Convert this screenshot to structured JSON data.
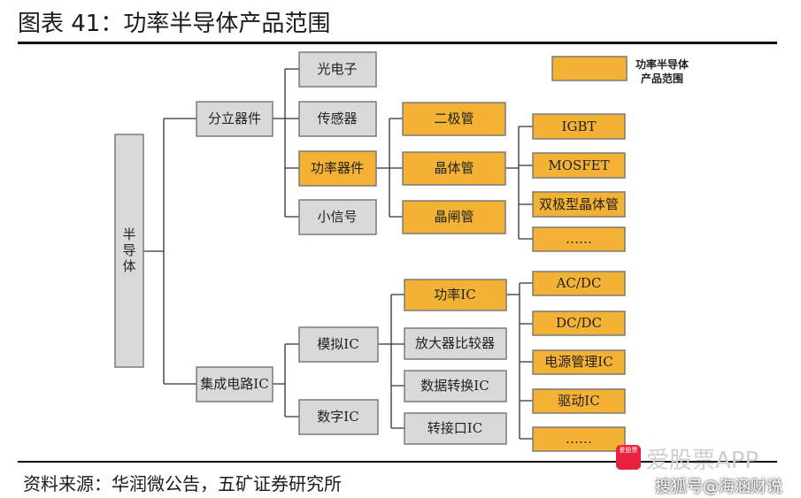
{
  "header": {
    "title": "图表 41：功率半导体产品范围"
  },
  "legend": {
    "label_line1": "功率半导体",
    "label_line2": "产品范围"
  },
  "nodes": {
    "semiconductor": "半\n导\n体",
    "discrete": "分立器件",
    "ic": "集成电路IC",
    "optoelectronic": "光电子",
    "sensor": "传感器",
    "power_device": "功率器件",
    "small_signal": "小信号",
    "diode": "二极管",
    "transistor": "晶体管",
    "thyristor": "晶闸管",
    "igbt": "IGBT",
    "mosfet": "MOSFET",
    "bjt": "双极型晶体管",
    "transistor_more": "……",
    "analog_ic": "模拟IC",
    "digital_ic": "数字IC",
    "power_ic": "功率IC",
    "amplifier": "放大器比较器",
    "data_converter": "数据转换IC",
    "interface": "转接口IC",
    "acdc": "AC/DC",
    "dcdc": "DC/DC",
    "pmic": "电源管理IC",
    "driver": "驱动IC",
    "power_ic_more": "……"
  },
  "footer": {
    "source": "资料来源：华润微公告，五矿证券研究所"
  },
  "watermark": {
    "badge": "爱股票",
    "main": "爱股票APP",
    "sub": "搜狐号@海涵财说"
  }
}
